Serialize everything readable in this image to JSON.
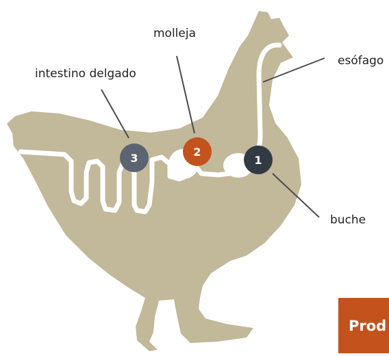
{
  "colors": {
    "body": "#c2b89a",
    "tract": "#ffffff",
    "leader": "#4a4a4a",
    "badge_intestine": "#5b6470",
    "badge_gizzard": "#c4521d",
    "badge_crop": "#323b44",
    "product_tab": "#c4521d"
  },
  "labels": {
    "intestine": "intestino delgado",
    "gizzard": "molleja",
    "esophagus": "esófago",
    "crop": "buche"
  },
  "badges": {
    "crop": "1",
    "gizzard": "2",
    "intestine": "3"
  },
  "product_tab": {
    "text": "Prod"
  }
}
